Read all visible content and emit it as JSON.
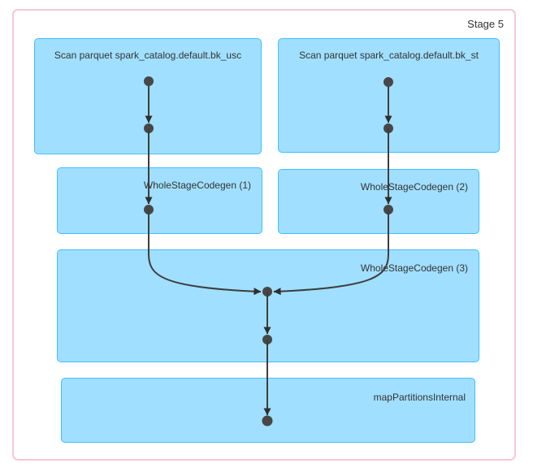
{
  "stage": {
    "label": "Stage 5"
  },
  "nodes": {
    "scan_usc": {
      "label": "Scan parquet spark_catalog.default.bk_usc"
    },
    "scan_st": {
      "label": "Scan parquet spark_catalog.default.bk_st"
    },
    "wsc1": {
      "label": "WholeStageCodegen (1)"
    },
    "wsc2": {
      "label": "WholeStageCodegen (2)"
    },
    "wsc3": {
      "label": "WholeStageCodegen (3)"
    },
    "map_partitions": {
      "label": "mapPartitionsInternal"
    }
  },
  "edges": [
    {
      "from": "scan_usc",
      "to": "wsc1"
    },
    {
      "from": "scan_st",
      "to": "wsc2"
    },
    {
      "from": "wsc1",
      "to": "wsc3"
    },
    {
      "from": "wsc2",
      "to": "wsc3"
    },
    {
      "from": "wsc3",
      "to": "map_partitions"
    }
  ],
  "colors": {
    "cluster_fill": "#A0DFFF",
    "cluster_stroke": "#3EC0FF",
    "stage_border": "#F8C7D2",
    "edge": "#3D3D3D",
    "dot": "#474747",
    "text": "#333333"
  }
}
